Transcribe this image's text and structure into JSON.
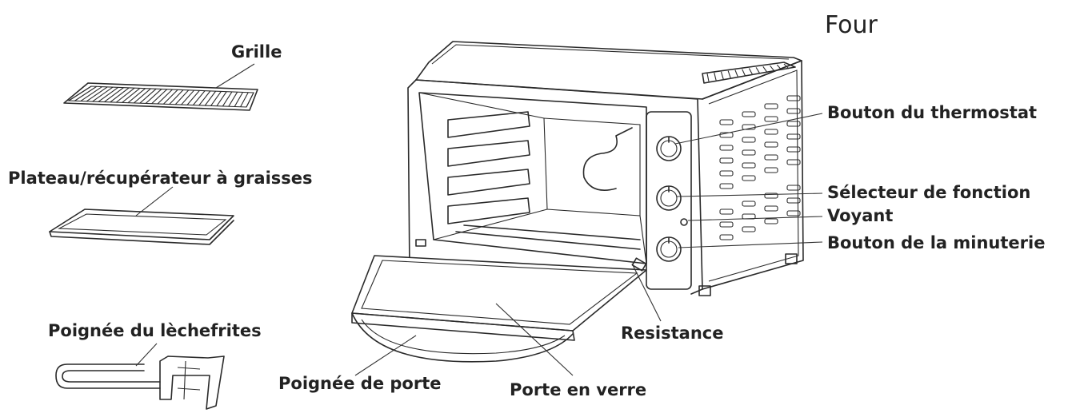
{
  "title": "Four",
  "labels": {
    "grille": "Grille",
    "plateau": "Plateau/récupérateur à graisses",
    "poignee_lechefrites": "Poignée du lèchefrites",
    "thermostat": "Bouton du thermostat",
    "selecteur": "Sélecteur de fonction",
    "voyant": "Voyant",
    "minuterie": "Bouton de la minuterie",
    "resistance": "Resistance",
    "poignee_porte": "Poignée de porte",
    "porte_verre": "Porte en verre"
  },
  "colors": {
    "line": "#2a2a2a",
    "text": "#222222",
    "background": "#ffffff"
  }
}
